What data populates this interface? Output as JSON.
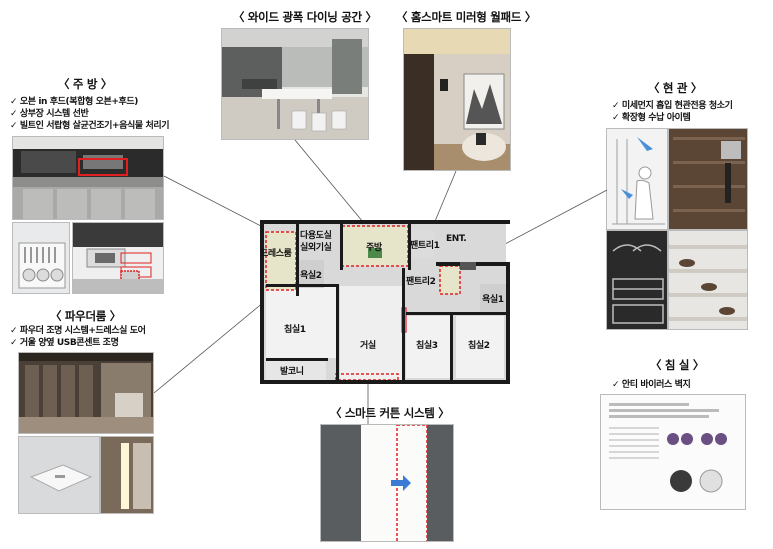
{
  "sections": {
    "dining": {
      "title": "〈 와이드 광폭 다이닝 공간 〉"
    },
    "wallpad": {
      "title": "〈 홈스마트 미러형 월패드 〉"
    },
    "kitchen": {
      "title": "〈 주 방 〉",
      "bullets": [
        "오븐 in 후드(복합형 오븐+후드)",
        "상부장 시스템 선반",
        "빌트인 서랍형 살균건조기+음식물 처리기"
      ]
    },
    "entrance": {
      "title": "〈 현 관 〉",
      "bullets": [
        "미세먼지 흡입 현관전용 청소기",
        "확장형 수납 아이템"
      ]
    },
    "powder": {
      "title": "〈 파우더룸 〉",
      "bullets": [
        "파우더 조명 시스템+드레스실 도어",
        "거울 양옆 USB콘센트 조명"
      ]
    },
    "bedroom": {
      "title": "〈 침 실 〉",
      "bullets": [
        "안티 바이러스 벽지"
      ]
    },
    "curtain": {
      "title": "〈 스마트 커튼 시스템 〉"
    }
  },
  "floorplan": {
    "rooms": {
      "dress": "드레스룸",
      "bath2": "욕실2",
      "multi": "다용도실",
      "outdoor": "실외기실",
      "kitchen": "주방",
      "pantry1": "팬트리1",
      "pantry2": "팬트리2",
      "bath1": "욕실1",
      "bed1": "침실1",
      "living": "거실",
      "bed3": "침실3",
      "bed2": "침실2",
      "balcony": "발코니",
      "ent": "ENT."
    }
  },
  "colors": {
    "highlight": "#e02020",
    "wall": "#1a1a1a",
    "floor": "#d9d9d9",
    "room": "#f4f4f4"
  }
}
